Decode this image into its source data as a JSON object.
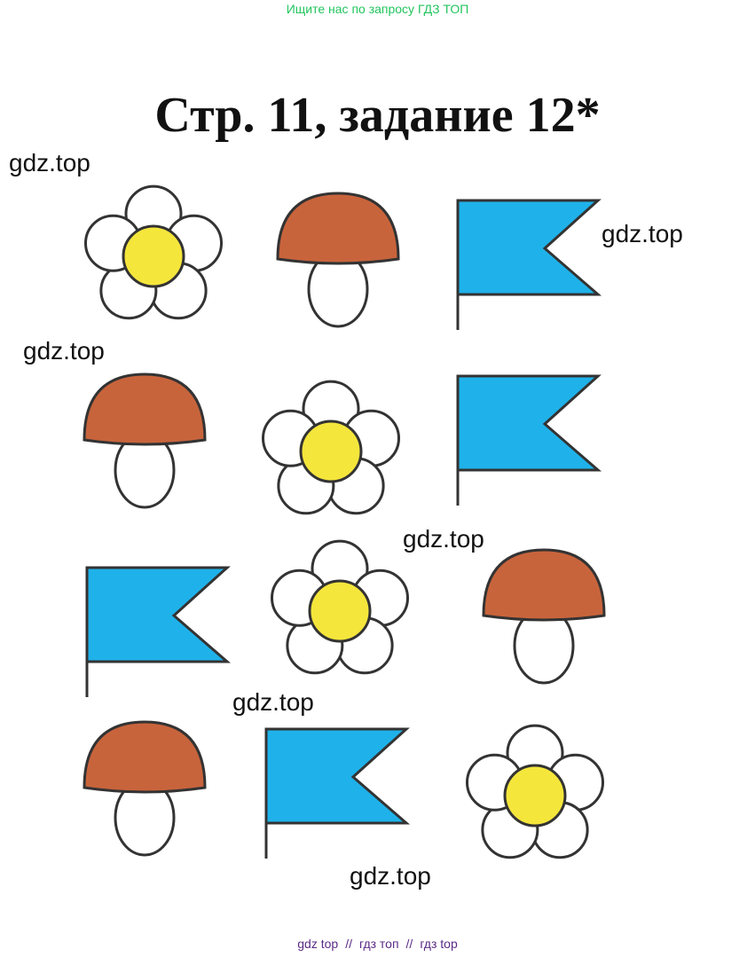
{
  "header": {
    "banner": "Ищите нас по запросу ГДЗ ТОП",
    "title": "Стр. 11, задание 12*"
  },
  "watermarks": [
    "gdz.top",
    "gdz.top",
    "gdz.top",
    "gdz.top",
    "gdz.top",
    "gdz.top"
  ],
  "grid": {
    "rows": [
      [
        "flower",
        "mushroom",
        "flag"
      ],
      [
        "mushroom",
        "flower",
        "flag"
      ],
      [
        "flag",
        "flower",
        "mushroom"
      ],
      [
        "mushroom",
        "flag",
        "flower"
      ]
    ]
  },
  "colors": {
    "flower_center": "#f5e63c",
    "mushroom_cap": "#c8643c",
    "flag": "#1fb2ea",
    "outline": "#333333",
    "banner": "#22c55e",
    "footer": "#5b2a86"
  },
  "footer": {
    "links": [
      "gdz top",
      "гдз топ",
      "гдз top"
    ],
    "separator": "//"
  }
}
